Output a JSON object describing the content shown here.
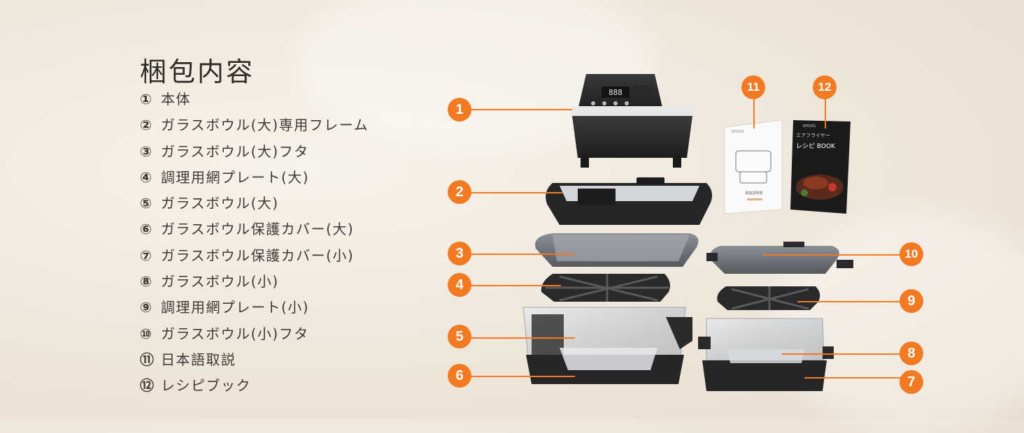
{
  "title": "梱包内容",
  "items": [
    {
      "num": "①",
      "label": "本体"
    },
    {
      "num": "②",
      "label": "ガラスボウル(大)専用フレーム"
    },
    {
      "num": "③",
      "label": "ガラスボウル(大)フタ"
    },
    {
      "num": "④",
      "label": "調理用網プレート(大)"
    },
    {
      "num": "⑤",
      "label": "ガラスボウル(大)"
    },
    {
      "num": "⑥",
      "label": "ガラスボウル保護カバー(大)"
    },
    {
      "num": "⑦",
      "label": "ガラスボウル保護カバー(小)"
    },
    {
      "num": "⑧",
      "label": "ガラスボウル(小)"
    },
    {
      "num": "⑨",
      "label": "調理用網プレート(小)"
    },
    {
      "num": "⑩",
      "label": "ガラスボウル(小)フタ"
    },
    {
      "num": "⑪",
      "label": "日本語取説"
    },
    {
      "num": "⑫",
      "label": "レシピブック"
    }
  ],
  "badges": [
    "1",
    "2",
    "3",
    "4",
    "5",
    "6",
    "7",
    "8",
    "9",
    "10",
    "11",
    "12"
  ],
  "manual": {
    "brand": "EPEIOS",
    "title": "取扱説明書"
  },
  "recipe_book": {
    "brand": "EPEIOS",
    "subtitle": "エアフライヤー",
    "title": "レシピ BOOK"
  },
  "display_readout": "888",
  "colors": {
    "accent": "#f27a23",
    "background": "#efe6da",
    "text": "#3a3633",
    "appliance": "#2c2c2e"
  }
}
